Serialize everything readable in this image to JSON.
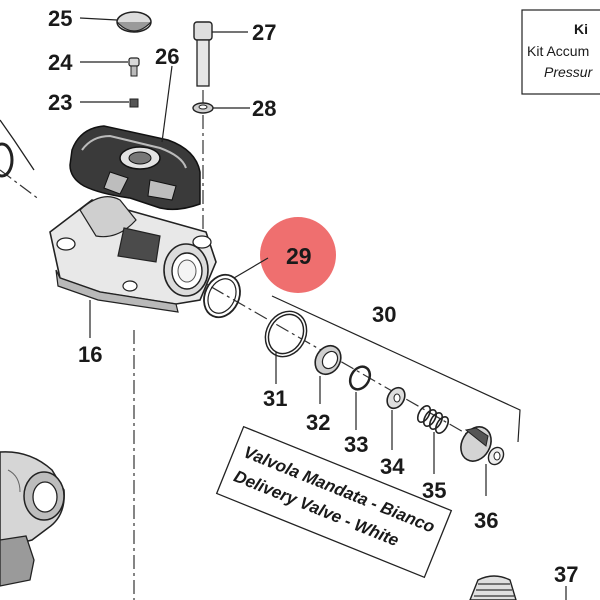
{
  "diagram": {
    "part_labels": {
      "p25": "25",
      "p24": "24",
      "p23": "23",
      "p26": "26",
      "p27": "27",
      "p28": "28",
      "p29": "29",
      "p30": "30",
      "p16": "16",
      "p31": "31",
      "p32": "32",
      "p33": "33",
      "p34": "34",
      "p35": "35",
      "p36": "36",
      "p37": "37"
    },
    "kit_box": {
      "line1": "Ki",
      "line2": "Kit Accum",
      "line3": "Pressur"
    },
    "valve_note": {
      "line1": "Valvola Mandata - Bianco",
      "line2": "Delivery Valve - White"
    },
    "colors": {
      "highlight": "#ef6f6f",
      "ink": "#1a1a1a",
      "part_fill": "#e9e9e9",
      "part_shadow": "#4a4a4a"
    }
  }
}
